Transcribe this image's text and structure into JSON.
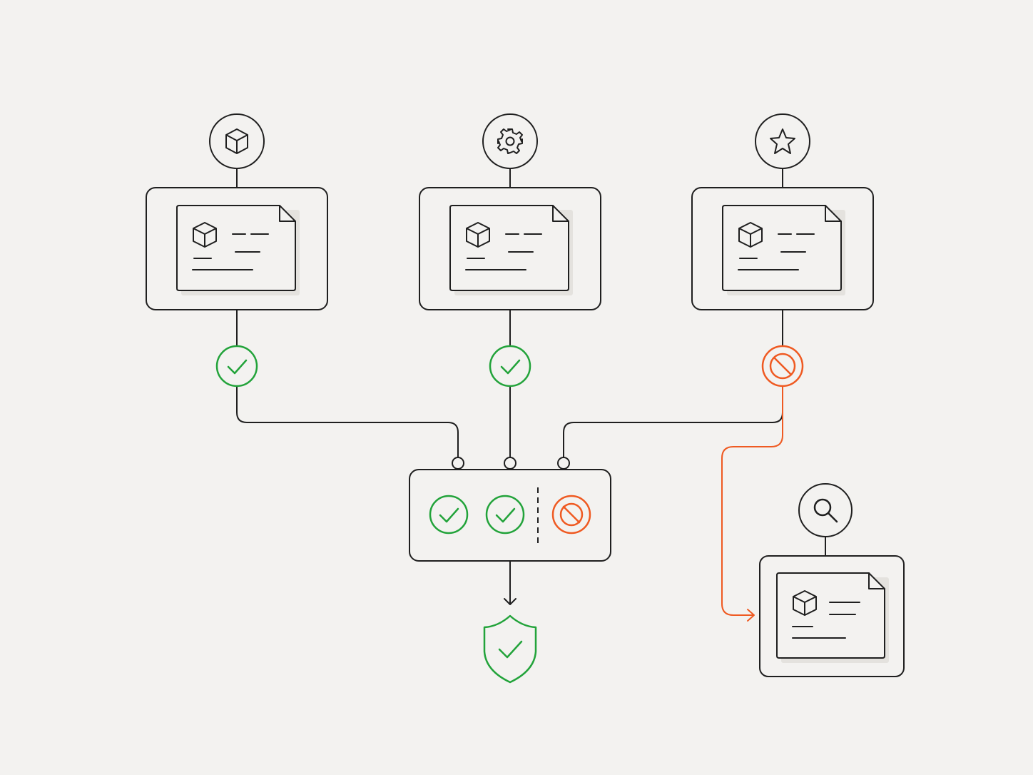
{
  "colors": {
    "background": "#f3f2f0",
    "ink": "#1f1f1f",
    "approved": "#22a33a",
    "rejected": "#ef5a22",
    "card_shadow": "#e4e2de"
  },
  "sources": [
    {
      "icon": "cube-icon",
      "status": "approved"
    },
    {
      "icon": "gear-icon",
      "status": "approved"
    },
    {
      "icon": "star-icon",
      "status": "rejected"
    }
  ],
  "aggregator": {
    "results": [
      "approved",
      "approved",
      "rejected"
    ]
  },
  "outcome": {
    "icon": "shield-check-icon",
    "status": "approved"
  },
  "review": {
    "icon": "search-icon",
    "card_icon": "cube-icon"
  }
}
